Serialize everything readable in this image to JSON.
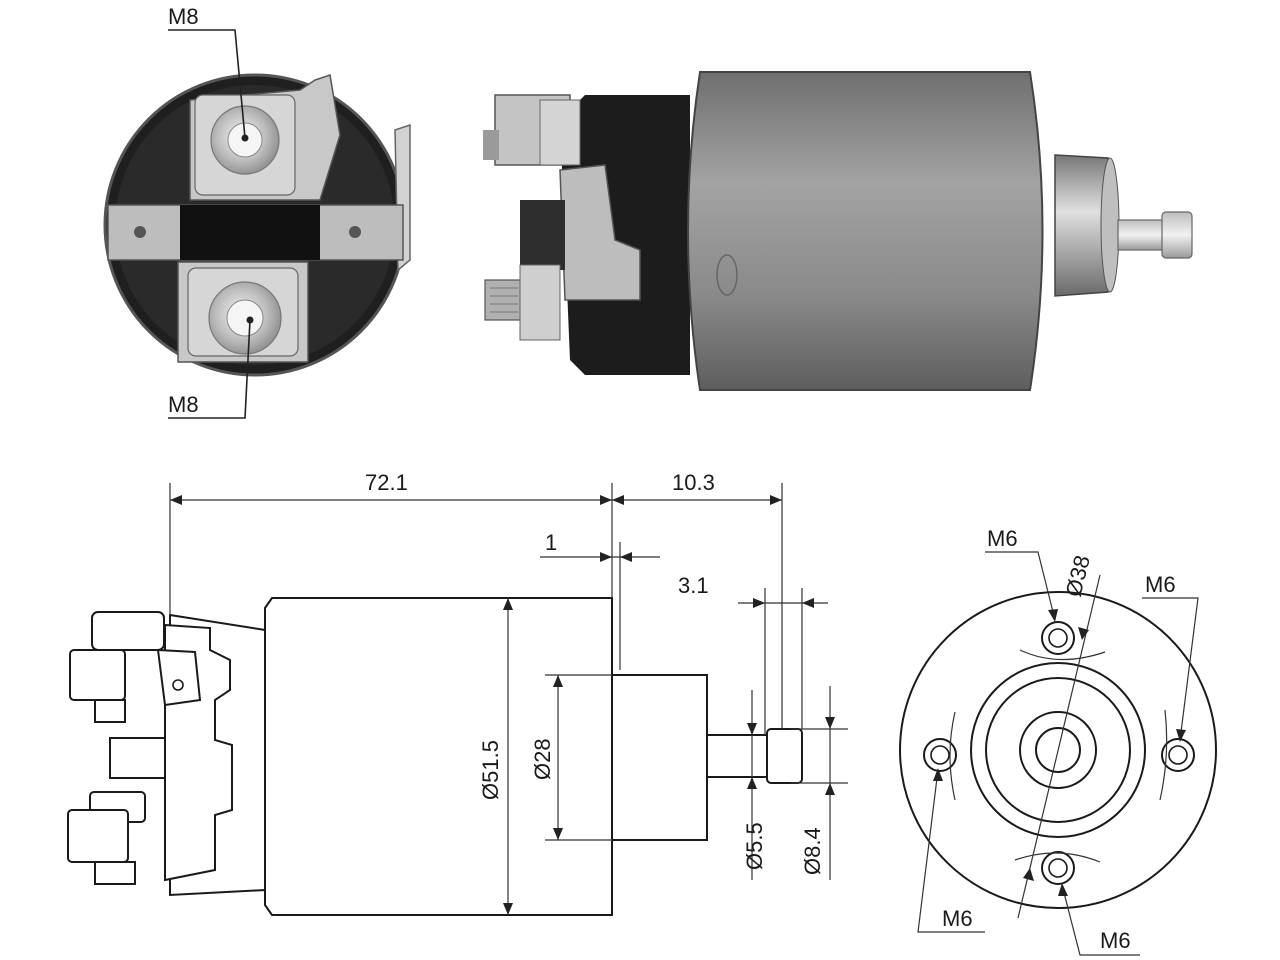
{
  "photo_labels": {
    "top_terminal": "M8",
    "bottom_terminal": "M8"
  },
  "side_view": {
    "overall_length": "72.1",
    "plunger_extension": "10.3",
    "flange_gap": "1",
    "plunger_tip": "3.1",
    "body_diameter": "Ø51.5",
    "boss_diameter": "Ø28",
    "shaft_diameter": "Ø5.5",
    "tip_diameter": "Ø8.4"
  },
  "end_view": {
    "bolt_circle": "Ø38",
    "hole_top": "M6",
    "hole_right": "M6",
    "hole_left": "M6",
    "hole_bottom": "M6"
  },
  "colors": {
    "body_grey": "#8e8e8e",
    "dark_cap": "#1c1c1c",
    "metal_terminal": "#c9c9c9"
  }
}
